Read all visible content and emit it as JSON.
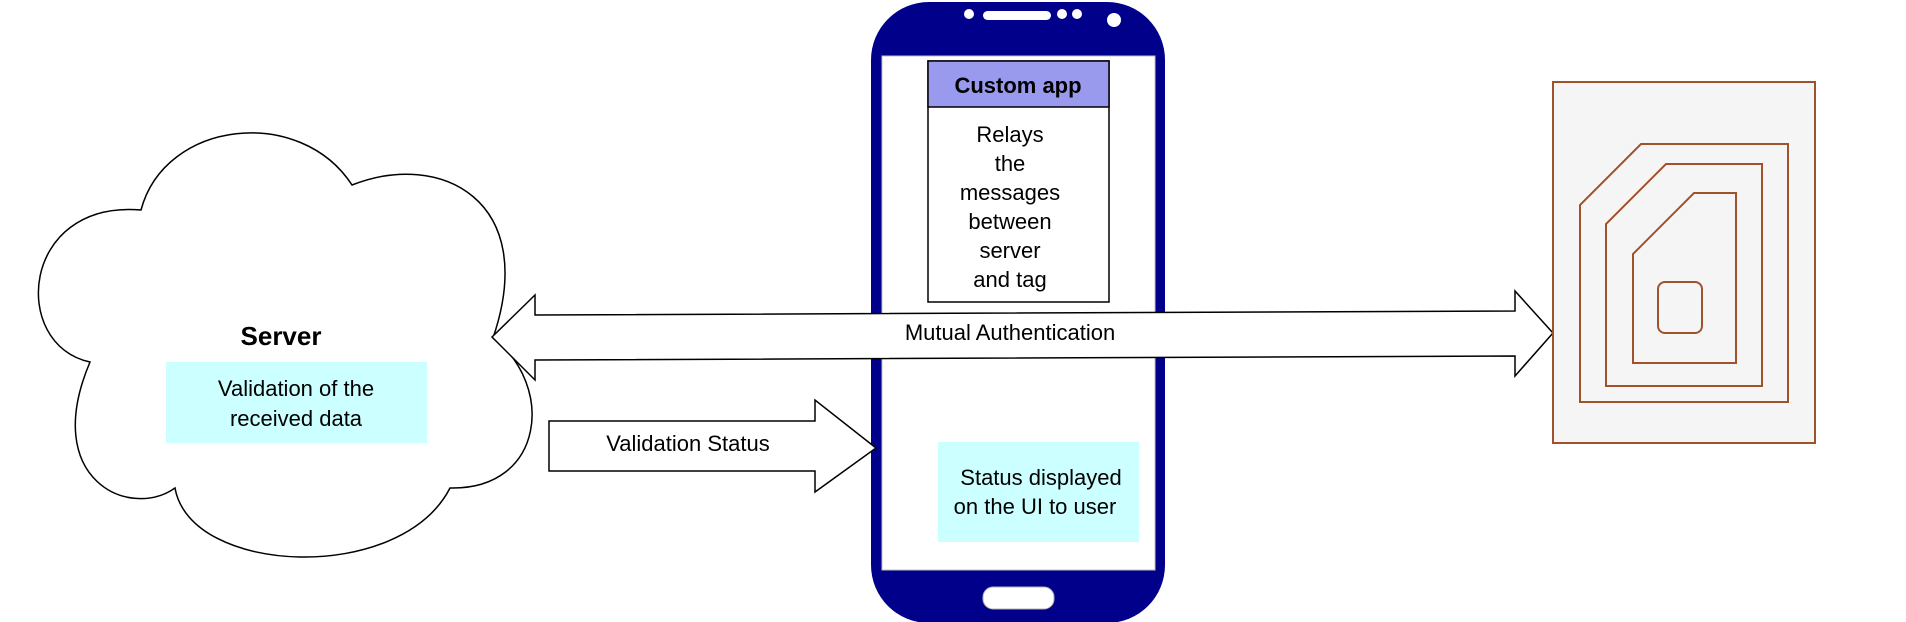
{
  "server": {
    "title": "Server",
    "note": [
      "Validation of the",
      "received data"
    ]
  },
  "phone": {
    "app_title": "Custom app",
    "app_description": [
      "Relays",
      "the",
      "messages",
      "between",
      "server",
      "and tag"
    ],
    "status_note": [
      "Status displayed",
      "on the UI to user"
    ]
  },
  "arrows": {
    "mutual_auth": "Mutual Authentication",
    "validation_status": "Validation Status"
  },
  "colors": {
    "phone_body": "#00008b",
    "app_header": "#9999ee",
    "note_fill": "#ccffff",
    "tag_stroke": "#a0522d",
    "tag_fill": "#f5f5f5"
  }
}
